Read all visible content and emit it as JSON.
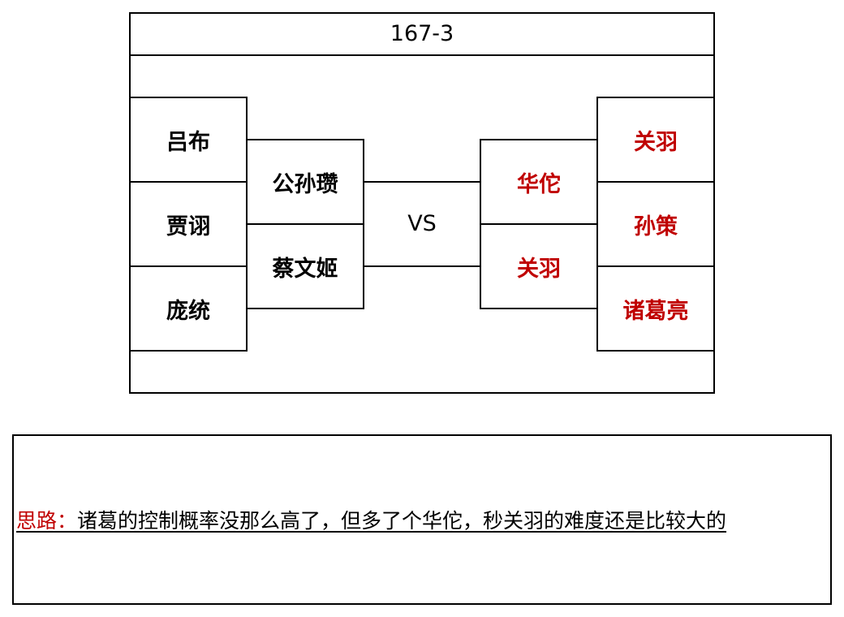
{
  "title": "167-3",
  "vs_label": "VS",
  "left_outer": [
    "吕布",
    "贾诩",
    "庞统"
  ],
  "left_inner": [
    "公孙瓒",
    "蔡文姬"
  ],
  "right_inner": [
    "华佗",
    "关羽"
  ],
  "right_outer": [
    "关羽",
    "孙策",
    "诸葛亮"
  ],
  "note": {
    "label": "思路：",
    "text": "诸葛的控制概率没那么高了，但多了个华佗，秒关羽的难度还是比较大的"
  },
  "colors": {
    "left_team": "#000000",
    "right_team": "#c00000",
    "note_label": "#c00000"
  }
}
